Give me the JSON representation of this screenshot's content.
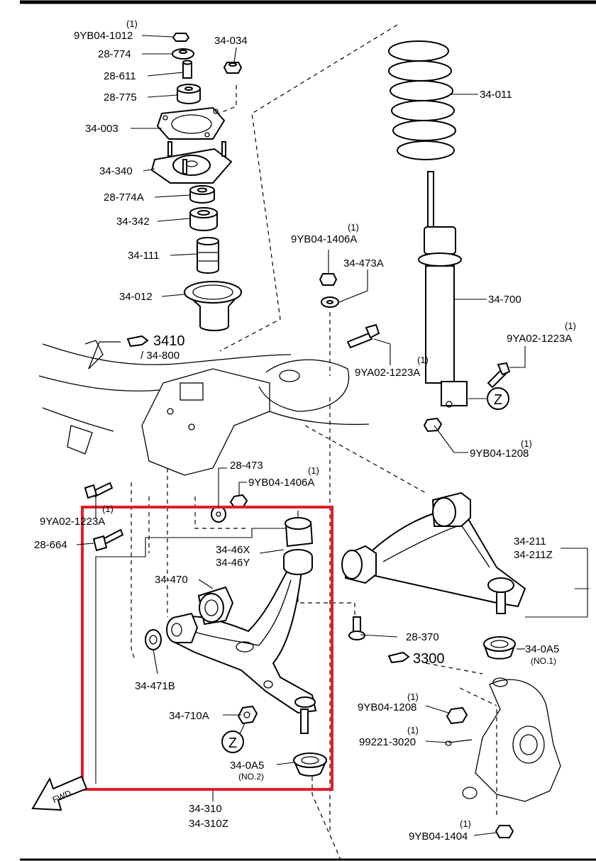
{
  "colors": {
    "highlight": "#e01e2b",
    "ink": "#000000",
    "background": "#ffffff"
  },
  "parts": {
    "p_9yb04_1012": {
      "qty": "(1)",
      "code": "9YB04-1012"
    },
    "p_28_774": {
      "code": "28-774"
    },
    "p_28_611": {
      "code": "28-611"
    },
    "p_28_775": {
      "code": "28-775"
    },
    "p_34_034": {
      "code": "34-034"
    },
    "p_34_003": {
      "code": "34-003"
    },
    "p_34_340": {
      "code": "34-340"
    },
    "p_28_774a": {
      "code": "28-774A"
    },
    "p_34_342": {
      "code": "34-342"
    },
    "p_34_111": {
      "code": "34-111"
    },
    "p_34_012": {
      "code": "34-012"
    },
    "p_34_011": {
      "code": "34-011"
    },
    "p_9yb04_1406a_top": {
      "qty": "(1)",
      "code": "9YB04-1406A"
    },
    "p_34_473a": {
      "code": "34-473A"
    },
    "p_34_700": {
      "code": "34-700"
    },
    "p_9ya02_1223a_right": {
      "qty": "(1)",
      "code": "9YA02-1223A"
    },
    "p_9ya02_1223a_mid": {
      "qty": "(1)",
      "code": "9YA02-1223A"
    },
    "p_9yb04_1208_top": {
      "qty": "(1)",
      "code": "9YB04-1208"
    },
    "ref_3410": {
      "number": "3410",
      "sub": "/ 34-800"
    },
    "p_28_473": {
      "code": "28-473"
    },
    "p_9yb04_1406a_mid": {
      "qty": "(1)",
      "code": "9YB04-1406A"
    },
    "p_9ya02_1223a_left": {
      "qty": "(1)",
      "code": "9YA02-1223A"
    },
    "p_28_664": {
      "code": "28-664"
    },
    "p_34_46x": {
      "line1": "34-46X",
      "line2": "34-46Y"
    },
    "p_34_470": {
      "code": "34-470"
    },
    "p_34_471b": {
      "code": "34-471B"
    },
    "p_34_710a": {
      "code": "34-710A"
    },
    "p_34_0a5_lower": {
      "code": "34-0A5",
      "note": "(NO.2)"
    },
    "p_34_310": {
      "line1": "34-310",
      "line2": "34-310Z"
    },
    "p_34_211": {
      "line1": "34-211",
      "line2": "34-211Z"
    },
    "p_28_370": {
      "code": "28-370"
    },
    "ref_3300": {
      "number": "3300"
    },
    "p_34_0a5_upper": {
      "code": "34-0A5",
      "note": "(NO.1)"
    },
    "p_9yb04_1208_low": {
      "qty": "(1)",
      "code": "9YB04-1208"
    },
    "p_99221_3020": {
      "qty": "(1)",
      "code": "99221-3020"
    },
    "p_9yb04_1404": {
      "qty": "(1)",
      "code": "9YB04-1404"
    },
    "marker_z": "Z",
    "fwd": "FWD"
  }
}
